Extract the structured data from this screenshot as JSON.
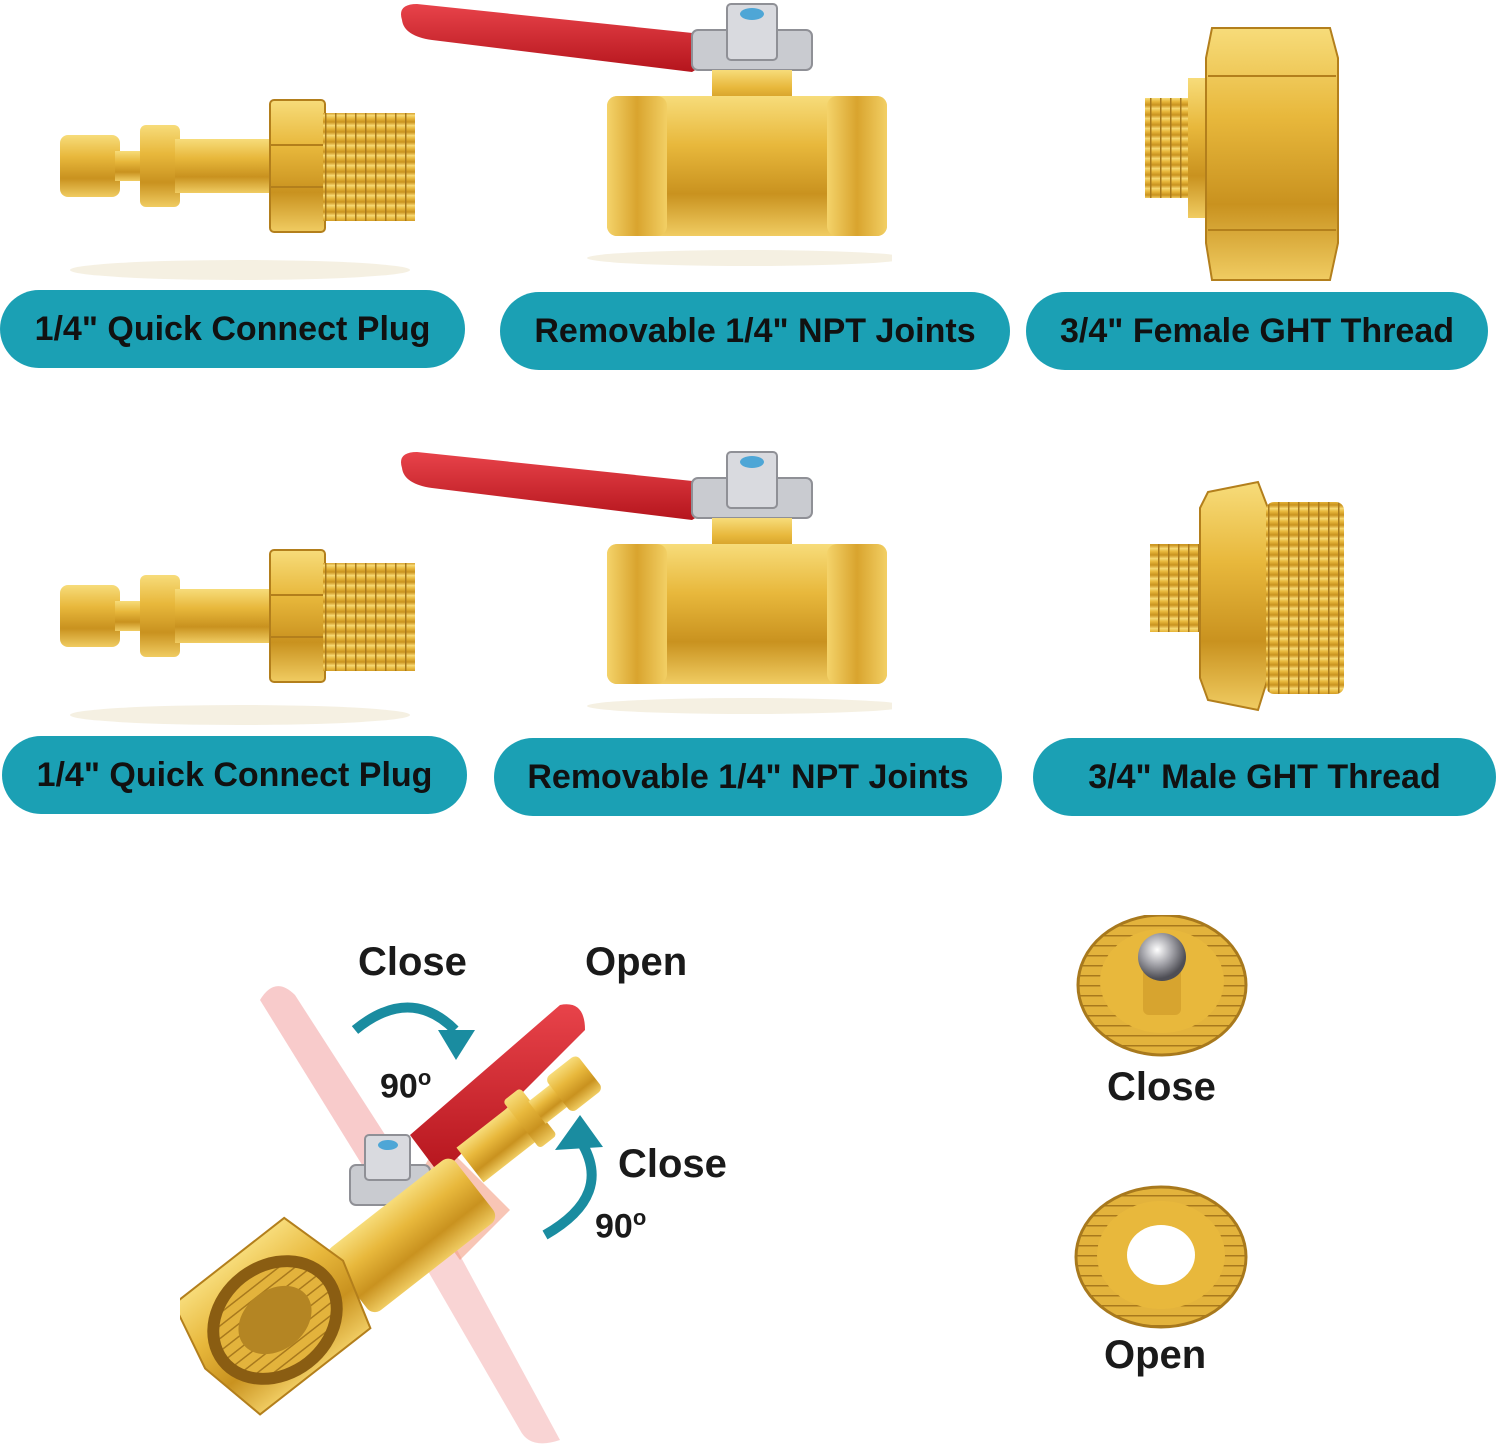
{
  "colors": {
    "label_bg": "#1ba0b4",
    "brass": "#e2b23a",
    "brass_dark": "#b37f1c",
    "handle": "#d7262c",
    "arrow": "#1a8ca0"
  },
  "row1": {
    "plug_label": "1/4\" Quick Connect Plug",
    "valve_label": "Removable 1/4\" NPT Joints",
    "adapter_label": "3/4\" Female GHT Thread"
  },
  "row2": {
    "plug_label": "1/4\" Quick Connect Plug",
    "valve_label": "Removable 1/4\" NPT Joints",
    "adapter_label": "3/4\" Male GHT Thread"
  },
  "diagram": {
    "close_top": "Close",
    "open_top": "Open",
    "angle_top": "90",
    "close_side": "Close",
    "angle_side": "90",
    "degree_mark": "o"
  },
  "states": {
    "close_label": "Close",
    "open_label": "Open"
  }
}
